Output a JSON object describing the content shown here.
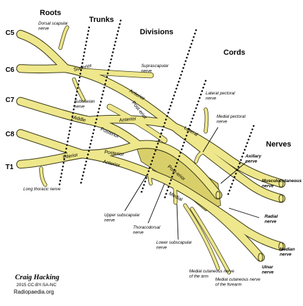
{
  "sections": {
    "roots": "Roots",
    "trunks": "Trunks",
    "divisions": "Divisions",
    "cords": "Cords",
    "nerves": "Nerves"
  },
  "roots": [
    "C5",
    "C6",
    "C7",
    "C8",
    "T1"
  ],
  "trunks": {
    "superior": "Superior",
    "middle": "Middle",
    "inferior": "Inferior"
  },
  "divisions": {
    "anterior_superior": "Anterior",
    "posterior_superior": "Post-erior",
    "anterior_middle": "Anterior",
    "posterior_middle": "Posterior",
    "posterior_inferior": "Posterior",
    "anterior_inferior": "Anterior"
  },
  "cords": {
    "lateral": "Lateral",
    "posterior": "Post-erior",
    "medial": "Medial"
  },
  "branch_labels": {
    "dorsal_scapular": "Dorsal scapular nerve",
    "suprascapular": "Suprascapular nerve",
    "subclavian": "Subclavian nerve",
    "lateral_pectoral": "Lateral pectoral nerve",
    "medial_pectoral": "Medial pectoral nerve",
    "long_thoracic": "Long thoracic nerve",
    "upper_subscapular": "Upper subscapular nerve",
    "thoracodorsal": "Thoracodorsal nerve",
    "lower_subscapular": "Lower subscapular nerve",
    "medial_cutaneous_arm": "Medial cutaneous nerve of the arm",
    "medial_cutaneous_forearm": "Medial cutaneous nerve of the forearm"
  },
  "terminal_nerves": {
    "axillary": "Axillary nerve",
    "musculocutaneous": "Musculocutaneous nerve",
    "radial": "Radial nerve",
    "median": "Median nerve",
    "ulnar": "Ulnar nerve"
  },
  "credit": {
    "author": "Craig Hacking",
    "license": "2015 CC-BY-SA-NC",
    "site": "Radiopaedia.org"
  },
  "colors": {
    "nerve_fill": "#eee78c",
    "nerve_outline": "#3b3a18",
    "shaded_region": "#d9cf6a",
    "boundary_dots": "#111111"
  }
}
